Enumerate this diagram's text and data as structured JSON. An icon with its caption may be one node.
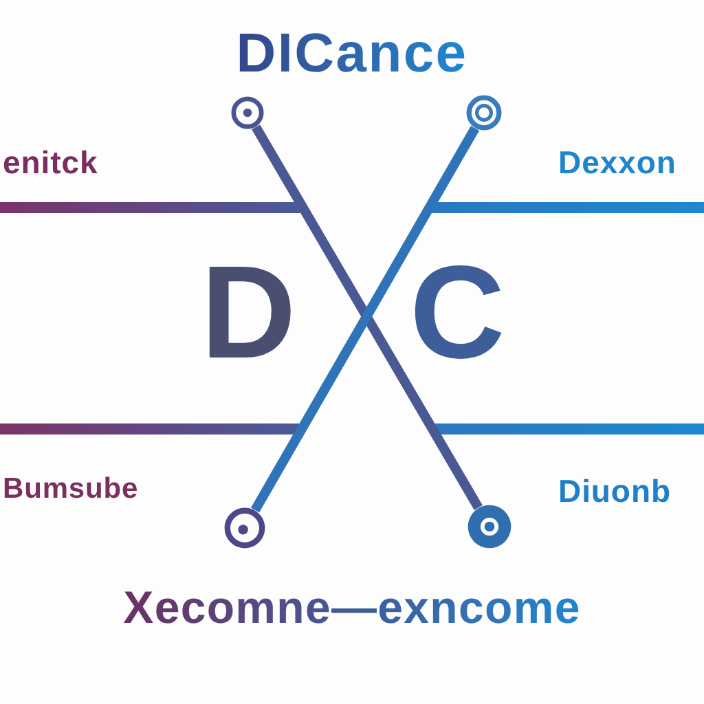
{
  "diagram": {
    "title": "DICance",
    "caption": "Xecomne—exncome",
    "nodes": [
      {
        "text": [],
        "shape": "circle"
      },
      {
        "text": [],
        "shape": "circle"
      },
      {
        "text": [],
        "shape": "circle"
      },
      {
        "text": [],
        "shape": "circle"
      }
    ],
    "edges": [
      {
        "from": 0,
        "to": 3,
        "arrow": "none"
      },
      {
        "from": 1,
        "to": 2,
        "arrow": "none",
        "color": "#2f74b9"
      }
    ],
    "labels": [
      "enitck",
      "Dexxon",
      "D",
      "C",
      "Bumsube",
      "Diuonb"
    ]
  }
}
